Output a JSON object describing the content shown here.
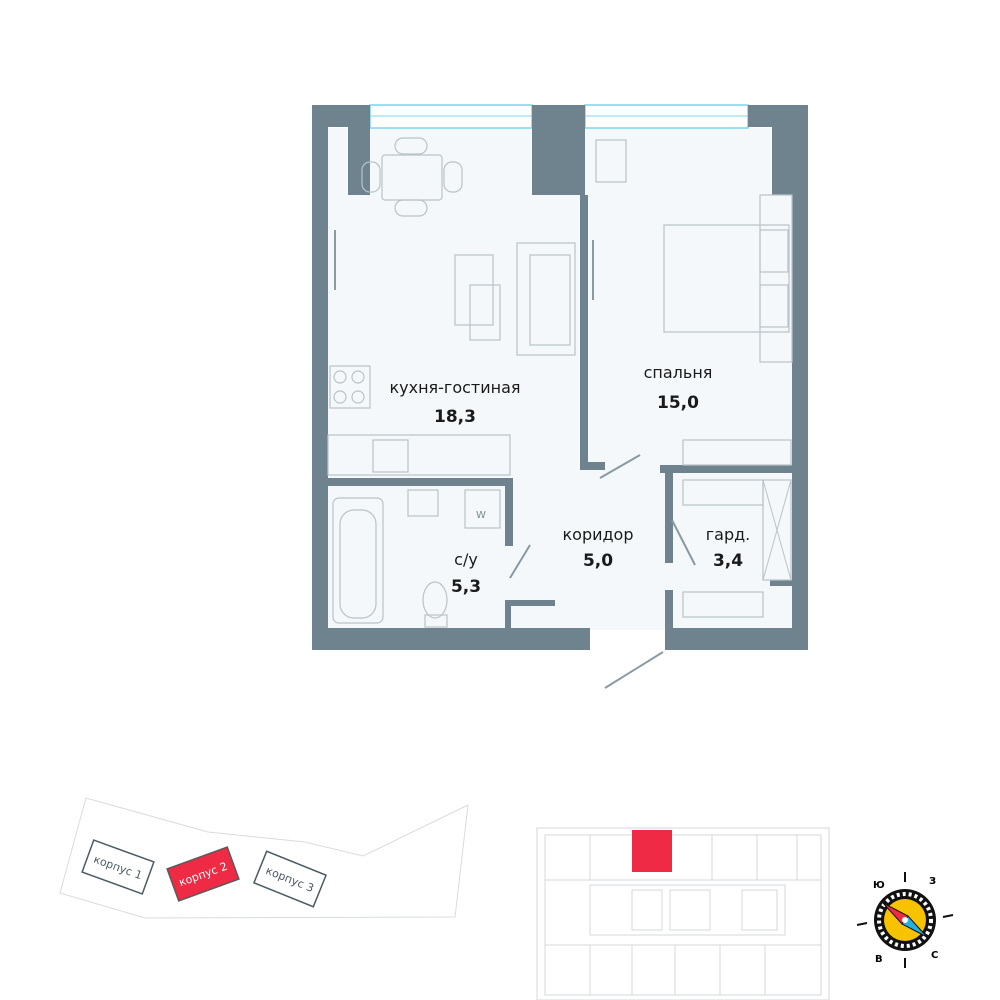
{
  "rooms": [
    {
      "name": "кухня-гостиная",
      "area": "18,3"
    },
    {
      "name": "спальня",
      "area": "15,0"
    },
    {
      "name": "коридор",
      "area": "5,0"
    },
    {
      "name": "с/у",
      "area": "5,3"
    },
    {
      "name": "гард.",
      "area": "3,4"
    }
  ],
  "appliance_label": "W",
  "site_plan": {
    "buildings": [
      "корпус 1",
      "корпус 2",
      "корпус 3"
    ],
    "selected": "корпус 2"
  },
  "compass": {
    "labels": [
      "Ю",
      "З",
      "В",
      "С"
    ]
  },
  "colors": {
    "wall": "#6f838e",
    "interior": "#f4f8fa",
    "accent": "#ee2a44",
    "window": "#7fd3ef",
    "compass_yellow": "#f7c200",
    "compass_blue": "#27aee3"
  }
}
